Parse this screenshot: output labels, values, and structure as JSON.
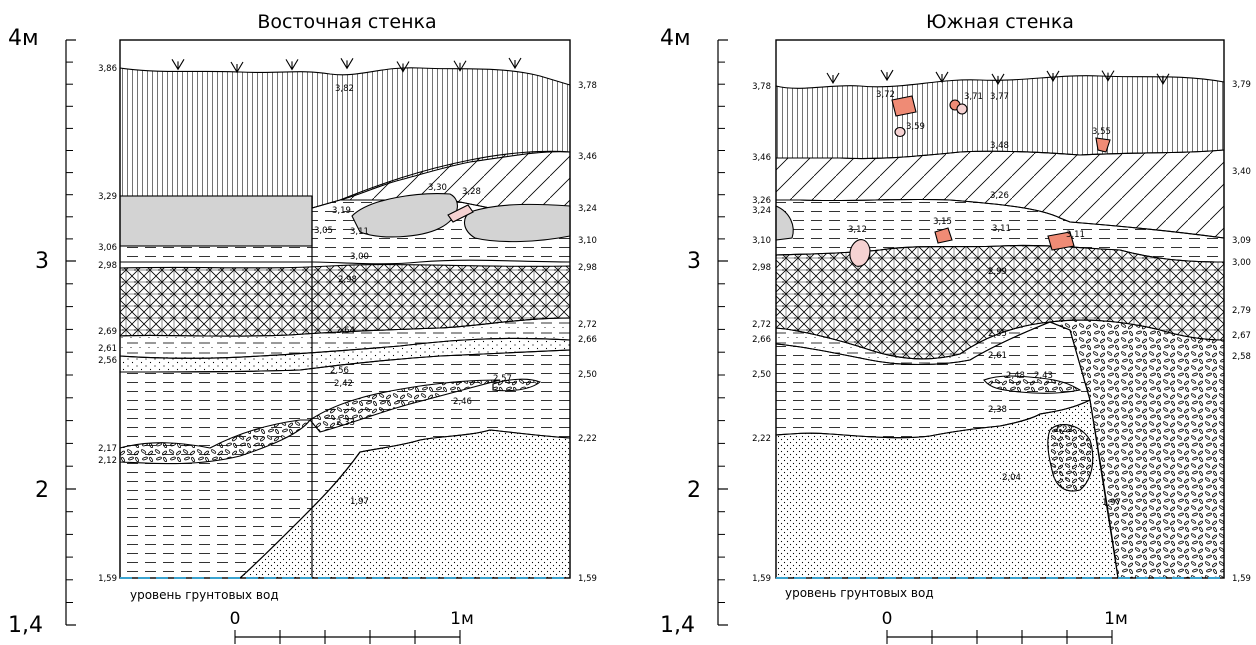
{
  "east": {
    "title": "Восточная стенка",
    "left_elev": [
      "3,86",
      "3,29",
      "3,06",
      "2,98",
      "2,69",
      "2,61",
      "2,56",
      "2,17",
      "2,12",
      "1,59"
    ],
    "right_elev": [
      "3,78",
      "3,46",
      "3,24",
      "3,10",
      "2,98",
      "2,72",
      "2,66",
      "2,50",
      "2,22",
      "1,59"
    ],
    "inner_elev": [
      "3,82",
      "3,30",
      "3,28",
      "3,19",
      "3,05",
      "3,11",
      "3,00",
      "2,98",
      "2,64",
      "2,57",
      "2,56",
      "2,42",
      "2,46",
      "2,33",
      "1,97"
    ]
  },
  "south": {
    "title": "Южная стенка",
    "left_elev": [
      "3,78",
      "3,46",
      "3,26",
      "3,24",
      "3,10",
      "2,98",
      "2,72",
      "2,66",
      "2,50",
      "2,22",
      "1,59"
    ],
    "right_elev": [
      "3,79",
      "3,40",
      "3,09",
      "3,00",
      "2,79",
      "2,67",
      "2,58",
      "1,59"
    ],
    "inner_elev": [
      "3,72",
      "3,71",
      "3,77",
      "3,59",
      "3,55",
      "3,48",
      "3,26",
      "3,15",
      "3,12",
      "3,11",
      "3,11",
      "2,99",
      "2,55",
      "2,61",
      "2,48",
      "2,43",
      "2,38",
      "2,22",
      "2,04",
      "1,97"
    ]
  },
  "axis": {
    "label_4": "4м",
    "label_3": "3",
    "label_2": "2",
    "label_14": "1,4"
  },
  "scale": {
    "zero": "0",
    "one": "1м"
  },
  "groundwater": "уровень грунтовых вод",
  "colors": {
    "clay": "#d3d3d3",
    "brick": "#ef8b75",
    "stone": "#f6d2d2",
    "water": "#3aa3cf"
  }
}
